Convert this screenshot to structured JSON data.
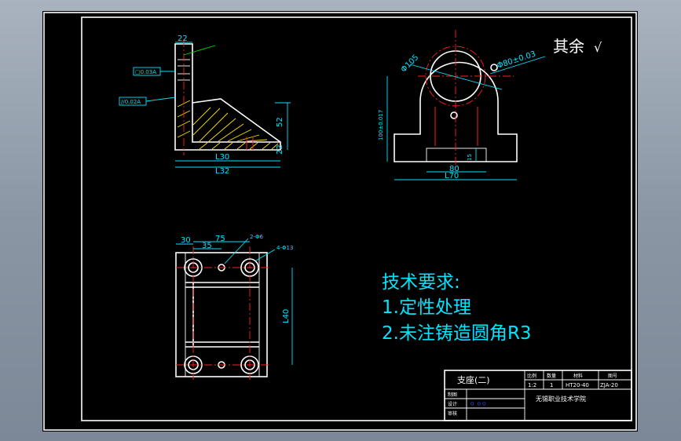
{
  "roughness": {
    "text": "其余",
    "symbol": "√"
  },
  "tech_requirements": {
    "title": "技术要求:",
    "items": [
      "1.定性处理",
      "2.未注铸造圆角R3"
    ]
  },
  "dimensions": {
    "side": [
      "22",
      "52",
      "22",
      "L30",
      "L32",
      "▢0.03A",
      "//0.02A"
    ],
    "front": [
      "Φ105",
      "Φ80±0.03",
      "100±0.017",
      "80",
      "15",
      "L70"
    ],
    "top": [
      "30",
      "35",
      "75",
      "L40",
      "4-Φ13",
      "2-Φ6"
    ]
  },
  "title_block": {
    "part_name": "支座(二)",
    "headers": [
      "比例",
      "数量",
      "材料",
      "图号"
    ],
    "values": [
      "1:2",
      "1",
      "HT20-40",
      "ZJA-20"
    ],
    "row_labels": [
      "制图",
      "设计",
      "审核"
    ],
    "designer": "ㅇ ㅇㅇ",
    "school": "无锡职业技术学院"
  }
}
